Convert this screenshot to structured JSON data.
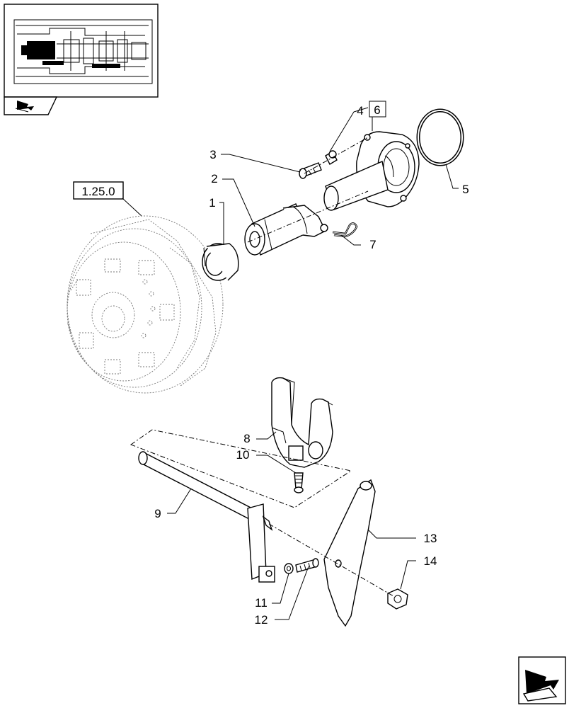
{
  "callouts": [
    {
      "id": "1",
      "text": "1"
    },
    {
      "id": "2",
      "text": "2"
    },
    {
      "id": "3",
      "text": "3"
    },
    {
      "id": "4",
      "text": "4"
    },
    {
      "id": "5",
      "text": "5"
    },
    {
      "id": "6",
      "text": "6"
    },
    {
      "id": "7",
      "text": "7"
    },
    {
      "id": "8",
      "text": "8"
    },
    {
      "id": "9",
      "text": "9"
    },
    {
      "id": "10",
      "text": "10"
    },
    {
      "id": "11",
      "text": "11"
    },
    {
      "id": "12",
      "text": "12"
    },
    {
      "id": "13",
      "text": "13"
    },
    {
      "id": "14",
      "text": "14"
    }
  ],
  "reference_box": "1.25.0",
  "icons": {
    "thumbnail": "transmission-section-thumbnail",
    "back": "back-arrow-icon",
    "next": "next-page-arrow-icon"
  }
}
